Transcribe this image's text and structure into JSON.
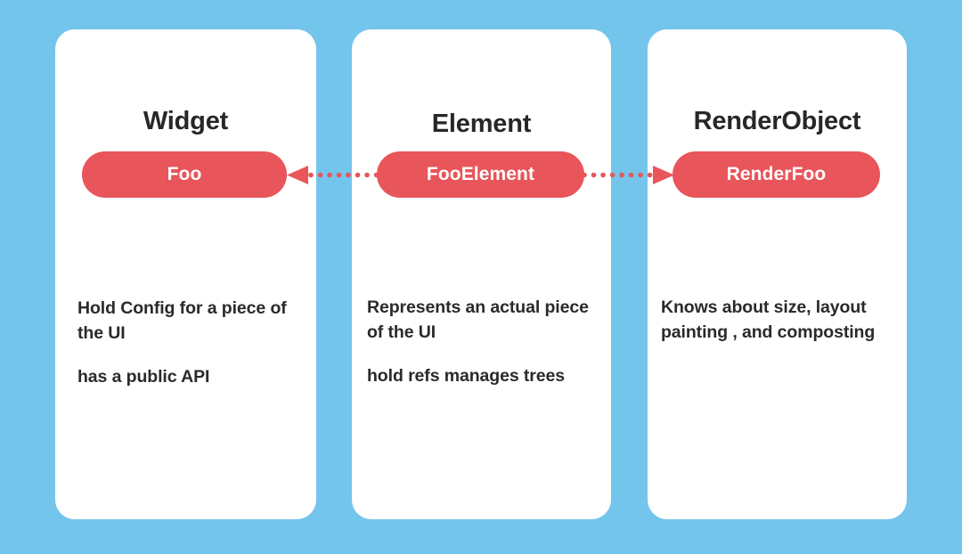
{
  "diagram": {
    "title": "Widget Element RenderObject relationship",
    "background_color": "#74c5ec",
    "card_color": "#ffffff",
    "accent_color": "#e8555a",
    "text_color": "#272727"
  },
  "columns": [
    {
      "heading": "Widget",
      "pill_label": "Foo",
      "paragraphs": [
        "Hold Config for a piece of the UI",
        "has a public API"
      ]
    },
    {
      "heading": "Element",
      "pill_label": "FooElement",
      "paragraphs": [
        "Represents an actual piece of the UI",
        " hold refs manages trees"
      ]
    },
    {
      "heading": "RenderObject",
      "pill_label": "RenderFoo",
      "paragraphs": [
        "Knows about size, layout painting , and composting",
        ""
      ]
    }
  ],
  "connectors": [
    {
      "name": "element-to-widget",
      "from": "FooElement",
      "to": "Foo",
      "direction": "left",
      "style": "dotted",
      "color": "#e8555a"
    },
    {
      "name": "element-to-renderobject",
      "from": "FooElement",
      "to": "RenderFoo",
      "direction": "right",
      "style": "dotted",
      "color": "#e8555a"
    }
  ]
}
